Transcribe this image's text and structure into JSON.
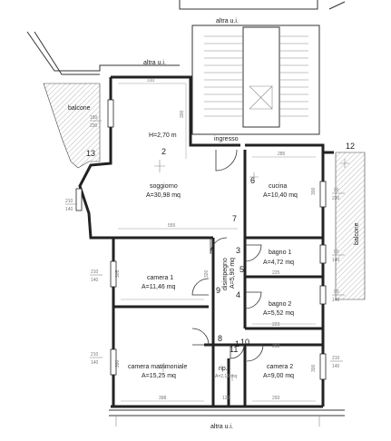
{
  "labels": {
    "altra_top": "altra u.i.",
    "altra_left": "altra u.i.",
    "altra_bottom": "altra u.i.",
    "balcone_left": "balcone",
    "balcone_right": "balcone",
    "ingresso": "ingresso",
    "disimpegno": "disimpegno",
    "disimpegno_area": "A=5,90 mq"
  },
  "rooms": [
    {
      "num": "2",
      "name": "soggiorno",
      "area": "A=30,98 mq",
      "extra": "H=2,70 m"
    },
    {
      "num": "6",
      "name": "cucina",
      "area": "A=10,40 mq"
    },
    {
      "num": "3",
      "name": "bagno 1",
      "area": "A=4,72 mq"
    },
    {
      "num": "4",
      "name": "bagno 2",
      "area": "A=5,52 mq"
    },
    {
      "num": "9",
      "name": "camera 1",
      "area": "A=11,46 mq"
    },
    {
      "num": "8",
      "name": "camera matrimoniale",
      "area": "A=15,25 mq"
    },
    {
      "num": "11",
      "name": "rip.",
      "area": "A=2,19 mq"
    },
    {
      "num": "10",
      "name": "camera 2",
      "area": "A=9,00 mq"
    }
  ],
  "markers": [
    "13",
    "12",
    "7",
    "5",
    "1"
  ],
  "openings": [
    {
      "w": "180",
      "h": "230"
    },
    {
      "w": "210",
      "h": "140"
    },
    {
      "w": "90",
      "h": "230"
    },
    {
      "w": "90",
      "h": "140"
    },
    {
      "w": "210",
      "h": "140"
    },
    {
      "w": "90",
      "h": "140"
    },
    {
      "w": "210",
      "h": "140"
    },
    {
      "w": "210",
      "h": "140"
    }
  ],
  "dimensions": [
    "310",
    "300",
    "285",
    "555",
    "305",
    "320",
    "225",
    "223",
    "390",
    "398",
    "293",
    "120",
    "283",
    "300",
    "300"
  ]
}
